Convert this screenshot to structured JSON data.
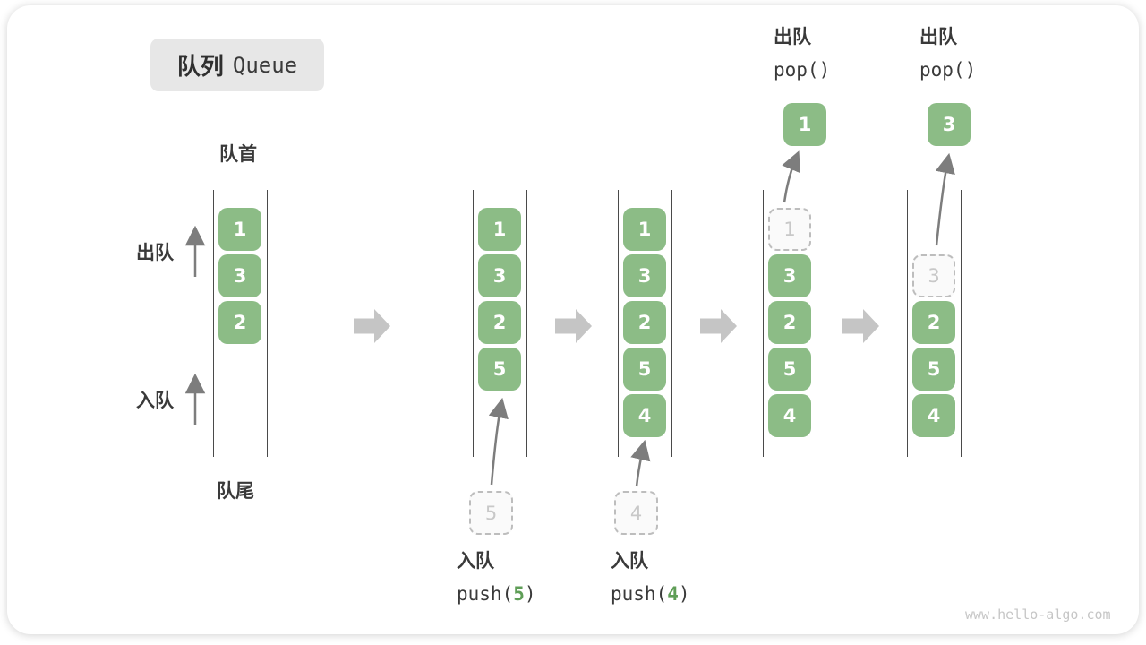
{
  "title": {
    "zh": "队列",
    "en": "Queue"
  },
  "labels": {
    "front": "队首",
    "rear": "队尾",
    "dequeue": "出队",
    "enqueue": "入队"
  },
  "operations": {
    "enqueue": [
      {
        "label": "入队",
        "code_before": "push(",
        "arg": "5",
        "code_after": ")"
      },
      {
        "label": "入队",
        "code_before": "push(",
        "arg": "4",
        "code_after": ")"
      }
    ],
    "dequeue": [
      {
        "label": "出队",
        "code": "pop()"
      },
      {
        "label": "出队",
        "code": "pop()"
      }
    ]
  },
  "queue_states": [
    {
      "cells": [
        {
          "slot": 0,
          "value": "1",
          "style": "filled"
        },
        {
          "slot": 1,
          "value": "3",
          "style": "filled"
        },
        {
          "slot": 2,
          "value": "2",
          "style": "filled"
        }
      ]
    },
    {
      "cells": [
        {
          "slot": 0,
          "value": "1",
          "style": "filled"
        },
        {
          "slot": 1,
          "value": "3",
          "style": "filled"
        },
        {
          "slot": 2,
          "value": "2",
          "style": "filled"
        },
        {
          "slot": 3,
          "value": "5",
          "style": "filled"
        }
      ],
      "incoming": "5"
    },
    {
      "cells": [
        {
          "slot": 0,
          "value": "1",
          "style": "filled"
        },
        {
          "slot": 1,
          "value": "3",
          "style": "filled"
        },
        {
          "slot": 2,
          "value": "2",
          "style": "filled"
        },
        {
          "slot": 3,
          "value": "5",
          "style": "filled"
        },
        {
          "slot": 4,
          "value": "4",
          "style": "filled"
        }
      ],
      "incoming": "4"
    },
    {
      "cells": [
        {
          "slot": 0,
          "value": "1",
          "style": "ghost"
        },
        {
          "slot": 1,
          "value": "3",
          "style": "filled"
        },
        {
          "slot": 2,
          "value": "2",
          "style": "filled"
        },
        {
          "slot": 3,
          "value": "5",
          "style": "filled"
        },
        {
          "slot": 4,
          "value": "4",
          "style": "filled"
        }
      ],
      "popped": "1"
    },
    {
      "cells": [
        {
          "slot": 1,
          "value": "3",
          "style": "ghost"
        },
        {
          "slot": 2,
          "value": "2",
          "style": "filled"
        },
        {
          "slot": 3,
          "value": "5",
          "style": "filled"
        },
        {
          "slot": 4,
          "value": "4",
          "style": "filled"
        }
      ],
      "popped": "3"
    }
  ],
  "watermark": "www.hello-algo.com",
  "colors": {
    "box_green": "#8cbc86",
    "box_text": "#ffffff",
    "ghost_border": "#bdbdbd",
    "ghost_fill": "#fafafa",
    "ghost_text": "#c8c8c8",
    "wall": "#4a4a4a",
    "flow_arrow": "#c5c5c5",
    "motion_arrow": "#7d7d7d",
    "text_dark": "#3a3a3a",
    "code_accent": "#5f9e57",
    "title_bg": "#e7e7e7",
    "watermark_text": "#c6c6c6"
  }
}
